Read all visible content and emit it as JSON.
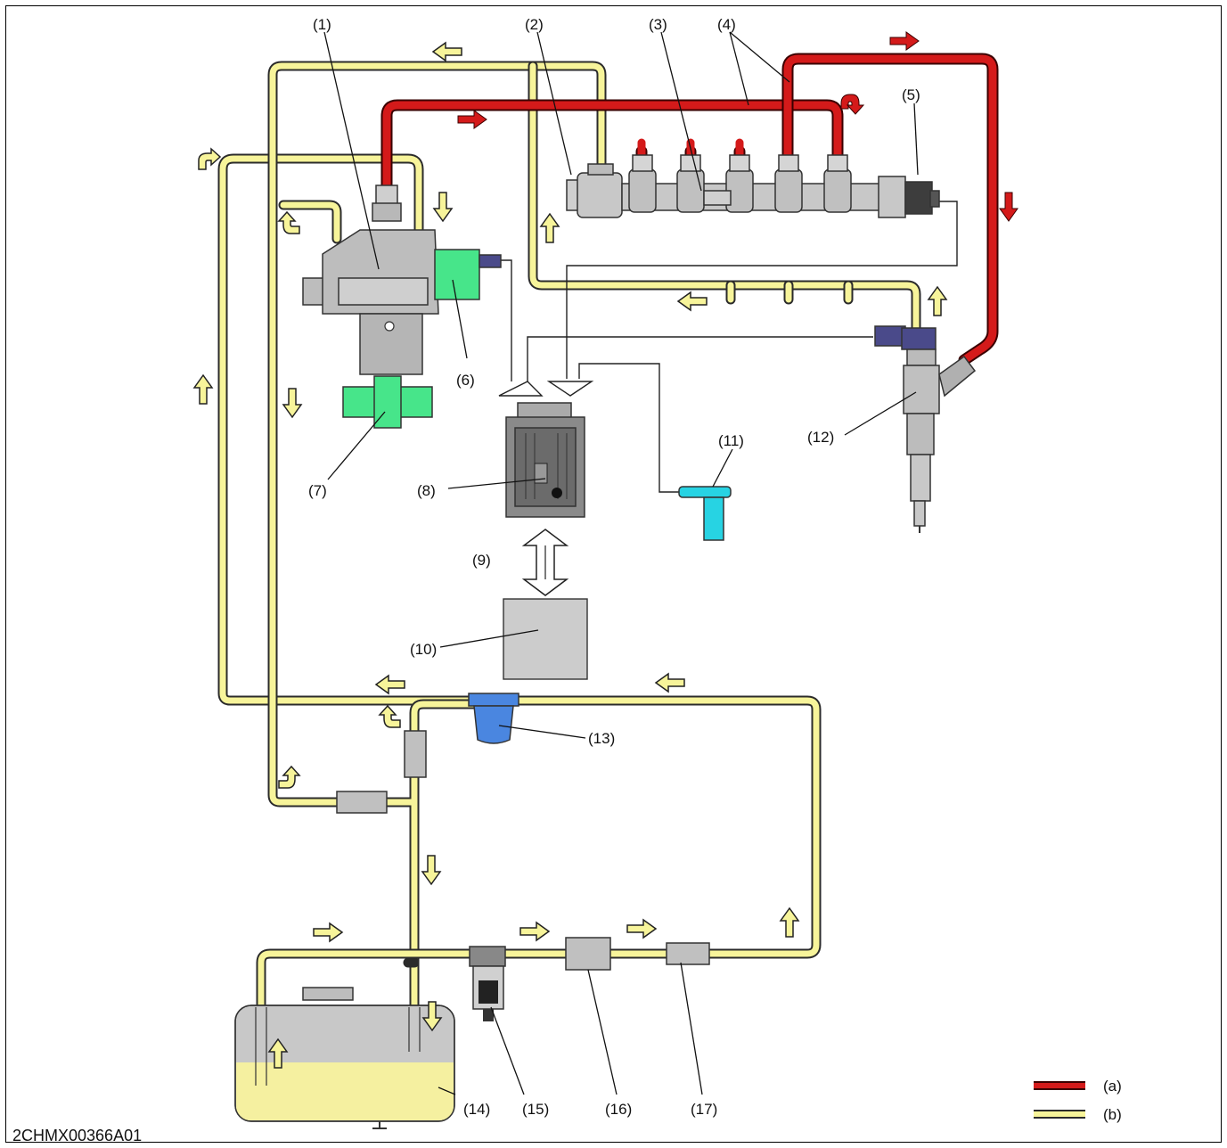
{
  "diagram_code": "2CHMX00366A01",
  "callouts": {
    "c1": "(1)",
    "c2": "(2)",
    "c3": "(3)",
    "c4": "(4)",
    "c5": "(5)",
    "c6": "(6)",
    "c7": "(7)",
    "c8": "(8)",
    "c9": "(9)",
    "c10": "(10)",
    "c11": "(11)",
    "c12": "(12)",
    "c13": "(13)",
    "c14": "(14)",
    "c15": "(15)",
    "c16": "(16)",
    "c17": "(17)"
  },
  "legend": {
    "a": {
      "label": "(a)",
      "color": "#d41a1a"
    },
    "b": {
      "label": "(b)",
      "color": "#f7f49a"
    }
  },
  "colors": {
    "high_pressure_line": "#d41a1a",
    "low_pressure_line": "#f7f49a",
    "fuel": "#f5f0a0",
    "tank_air": "#c8c8c8",
    "filter_blue": "#4a86e0",
    "sensor_cyan": "#27d3e3",
    "actuator_green": "#47e58a",
    "component_gray": "#c8c8c8"
  }
}
